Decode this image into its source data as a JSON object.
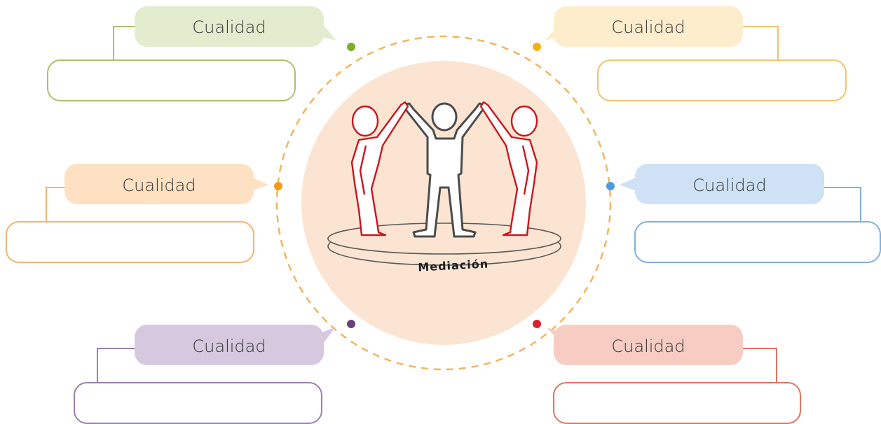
{
  "center": {
    "caption": "Mediación",
    "circle_fill": "#fbe5d2",
    "ring_color": "#f2b45f"
  },
  "qualities": [
    {
      "id": "top-left",
      "label": "Cualidad",
      "value": "",
      "color": "#aac26b",
      "fill": "#e4ecd0"
    },
    {
      "id": "top-right",
      "label": "Cualidad",
      "value": "",
      "color": "#f2c46a",
      "fill": "#fdedcc"
    },
    {
      "id": "middle-left",
      "label": "Cualidad",
      "value": "",
      "color": "#f2b66a",
      "fill": "#fde1c2"
    },
    {
      "id": "middle-right",
      "label": "Cualidad",
      "value": "",
      "color": "#7fb0e0",
      "fill": "#cfe2f5"
    },
    {
      "id": "bottom-left",
      "label": "Cualidad",
      "value": "",
      "color": "#9a7fb3",
      "fill": "#d6c9df"
    },
    {
      "id": "bottom-right",
      "label": "Cualidad",
      "value": "",
      "color": "#e07466",
      "fill": "#f7cdc3"
    }
  ],
  "dots": {
    "top-left": "#7fae2a",
    "top-right": "#f5ae16",
    "middle-left": "#f29d1a",
    "middle-right": "#4a9be0",
    "bottom-left": "#6b3f7a",
    "bottom-right": "#e0202a"
  },
  "figure_colors": {
    "side": "#c8161d",
    "middle": "#4b4b4b"
  }
}
